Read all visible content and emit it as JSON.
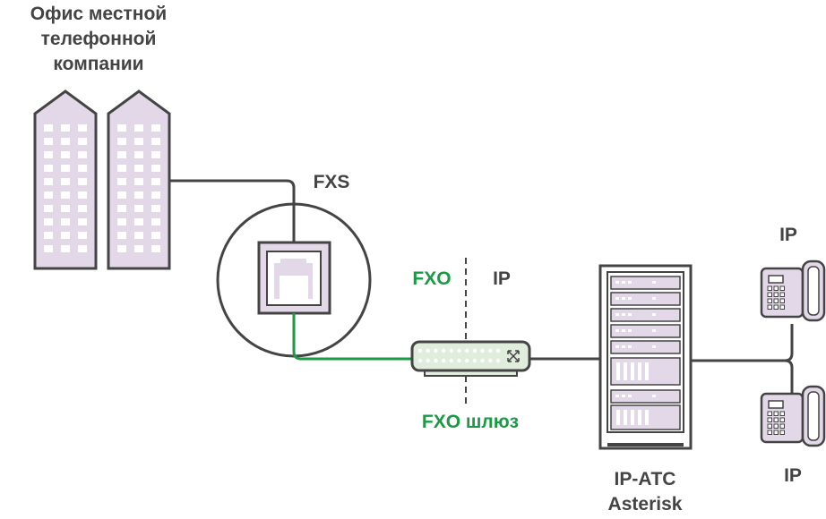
{
  "labels": {
    "office_line1": "Офис местной",
    "office_line2": "телефонной",
    "office_line3": "компании",
    "fxs": "FXS",
    "fxo": "FXO",
    "ip_gateway_side": "IP",
    "gateway": "FXO шлюз",
    "pbx_line1": "IP-АТС",
    "pbx_line2": "Asterisk",
    "phone_top": "IP",
    "phone_bottom": "IP"
  },
  "icons": {
    "office": "office-buildings-icon",
    "socket": "phone-socket-icon",
    "gateway": "network-switch-icon",
    "pbx": "server-rack-icon",
    "phone": "desk-phone-icon"
  },
  "colors": {
    "line": "#444444",
    "analog_line": "#1a9a44",
    "building_fill": "#e3d8e8",
    "gateway_fill": "#e0eddd"
  }
}
